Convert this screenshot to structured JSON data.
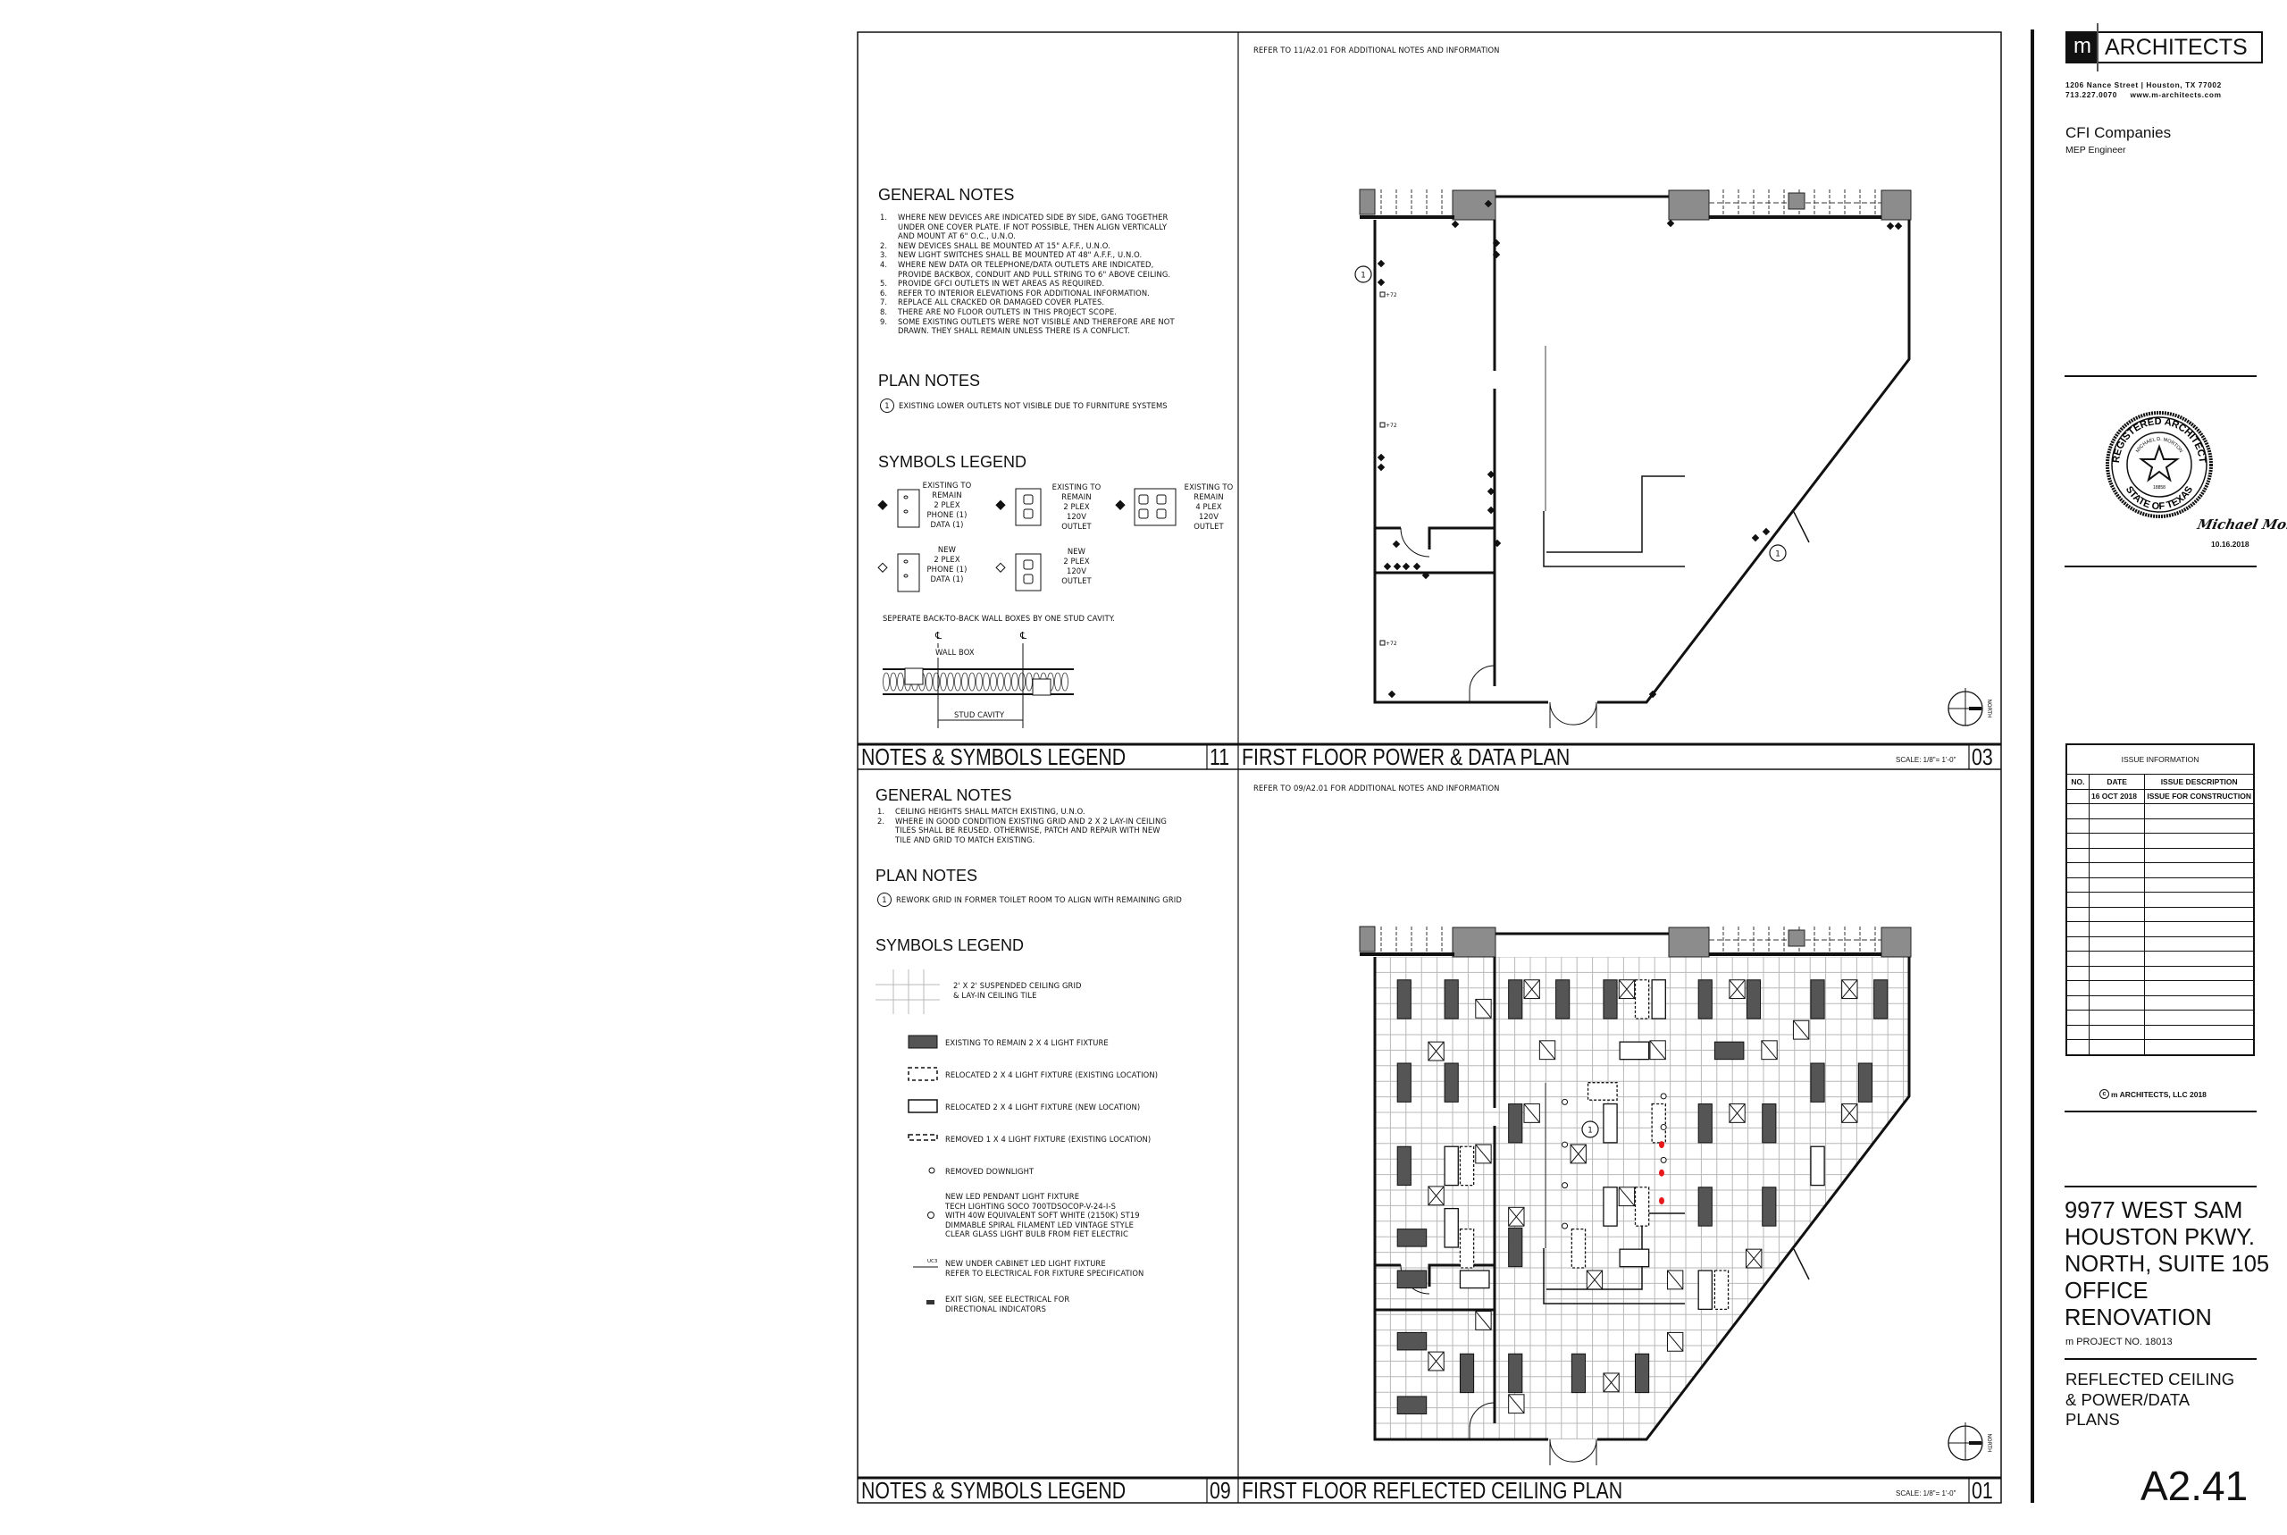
{
  "sheet": {
    "number": "A2.41",
    "firm": {
      "logo_mark": "m",
      "name": "ARCHITECTS",
      "address": "1206 Nance Street | Houston, TX 77002",
      "contact": "713.227.0070     www.m-architects.com"
    },
    "consultant": {
      "name": "CFI Companies",
      "role": "MEP Engineer"
    },
    "stamp": {
      "ring_text": "REGISTERED ARCHITECT",
      "bottom_text": "STATE OF TEXAS",
      "name": "MICHAEL D. MORTON",
      "license": "18858",
      "signature": "Michael Morton",
      "date": "10.16.2018"
    },
    "issue_info": {
      "title": "ISSUE INFORMATION",
      "columns": [
        "NO.",
        "DATE",
        "ISSUE DESCRIPTION"
      ],
      "rows": [
        [
          "",
          "16 OCT 2018",
          "ISSUE FOR CONSTRUCTION"
        ]
      ],
      "empty_rows": 17,
      "copyright": "m ARCHITECTS, LLC  2018"
    },
    "project": {
      "lines": [
        "9977 WEST SAM",
        "HOUSTON PKWY.",
        "NORTH, SUITE 105",
        "OFFICE",
        "RENOVATION"
      ],
      "project_no": "m PROJECT NO. 18013"
    },
    "sheet_title": [
      "REFLECTED CEILING",
      "& POWER/DATA",
      "PLANS"
    ]
  },
  "power_notes": {
    "general_heading": "GENERAL NOTES",
    "general": [
      [
        "1.",
        "WHERE NEW DEVICES ARE INDICATED SIDE BY SIDE, GANG TOGETHER"
      ],
      [
        "",
        "UNDER ONE COVER PLATE.  IF NOT POSSIBLE, THEN ALIGN VERTICALLY"
      ],
      [
        "",
        "AND MOUNT AT 6\" O.C., U.N.O."
      ],
      [
        "2.",
        "NEW DEVICES SHALL BE MOUNTED AT 15\" A.F.F., U.N.O."
      ],
      [
        "3.",
        "NEW LIGHT SWITCHES SHALL BE MOUNTED AT 48\" A.F.F., U.N.O."
      ],
      [
        "4.",
        "WHERE NEW DATA OR TELEPHONE/DATA OUTLETS ARE INDICATED,"
      ],
      [
        "",
        "PROVIDE BACKBOX, CONDUIT AND PULL STRING TO 6\" ABOVE CEILING."
      ],
      [
        "5.",
        "PROVIDE GFCI OUTLETS IN WET AREAS AS REQUIRED."
      ],
      [
        "6.",
        "REFER TO INTERIOR ELEVATIONS FOR ADDITIONAL INFORMATION."
      ],
      [
        "7.",
        "REPLACE ALL CRACKED OR DAMAGED COVER PLATES."
      ],
      [
        "8.",
        "THERE ARE NO FLOOR OUTLETS IN THIS PROJECT SCOPE."
      ],
      [
        "9.",
        "SOME EXISTING OUTLETS WERE NOT VISIBLE AND THEREFORE ARE NOT"
      ],
      [
        "",
        "DRAWN.  THEY SHALL REMAIN UNLESS THERE IS A CONFLICT."
      ]
    ],
    "plan_heading": "PLAN NOTES",
    "plan_note_tag": "1",
    "plan_note": "EXISTING LOWER OUTLETS NOT VISIBLE DUE TO FURNITURE SYSTEMS",
    "symbols_heading": "SYMBOLS LEGEND",
    "symbols": [
      [
        "EXISTING TO",
        "REMAIN",
        "2 PLEX",
        "PHONE (1)",
        "DATA (1)"
      ],
      [
        "EXISTING TO",
        "REMAIN",
        "2 PLEX",
        "120V",
        "OUTLET"
      ],
      [
        "EXISTING TO",
        "REMAIN",
        "4 PLEX",
        "120V",
        "OUTLET"
      ],
      [
        "NEW",
        "2 PLEX",
        "PHONE (1)",
        "DATA (1)"
      ],
      [
        "NEW",
        "2 PLEX",
        "120V",
        "OUTLET"
      ]
    ],
    "stud_note": "SEPERATE BACK-TO-BACK WALL BOXES BY ONE STUD CAVITY.",
    "wall_box": "WALL BOX",
    "stud_cavity": "STUD CAVITY",
    "centerline": "℄"
  },
  "ceiling_notes": {
    "general_heading": "GENERAL NOTES",
    "general": [
      [
        "1.",
        "CEILING HEIGHTS SHALL MATCH EXISTING, U.N.O."
      ],
      [
        "2.",
        "WHERE IN GOOD CONDITION EXISTING GRID AND 2 X 2 LAY-IN CEILING"
      ],
      [
        "",
        "TILES SHALL BE REUSED. OTHERWISE, PATCH AND REPAIR WITH NEW"
      ],
      [
        "",
        "TILE AND GRID TO MATCH EXISTING."
      ]
    ],
    "plan_heading": "PLAN NOTES",
    "plan_note_tag": "1",
    "plan_note": "REWORK GRID IN FORMER TOILET ROOM TO ALIGN WITH REMAINING GRID",
    "symbols_heading": "SYMBOLS LEGEND",
    "symbols": [
      {
        "icon": "ceiling-grid",
        "lines": [
          "2' X 2' SUSPENDED CEILING GRID",
          "& LAY-IN CEILING TILE"
        ]
      },
      {
        "icon": "hatched-fixture",
        "lines": [
          "EXISTING TO REMAIN 2 X 4 LIGHT FIXTURE"
        ]
      },
      {
        "icon": "dashed-fixture",
        "lines": [
          "RELOCATED 2 X 4 LIGHT FIXTURE (EXISTING LOCATION)"
        ]
      },
      {
        "icon": "solid-fixture",
        "lines": [
          "RELOCATED 2 X 4 LIGHT FIXTURE (NEW LOCATION)"
        ]
      },
      {
        "icon": "removed-fixture",
        "lines": [
          "REMOVED 1 X 4 LIGHT FIXTURE (EXISTING LOCATION)"
        ]
      },
      {
        "icon": "downlight",
        "lines": [
          "REMOVED DOWNLIGHT"
        ]
      },
      {
        "icon": "pendant",
        "lines": [
          "NEW LED PENDANT LIGHT FIXTURE",
          "TECH LIGHTING SOCO 700TDSOCOP-V-24-I-S",
          "WITH 40W EQUIVALENT SOFT WHITE (2150K) ST19",
          "DIMMABLE SPIRAL FILAMENT LED VINTAGE STYLE",
          "CLEAR GLASS LIGHT BULB FROM FIET ELECTRIC"
        ]
      },
      {
        "icon": "under-cabinet",
        "lines": [
          "NEW UNDER CABINET LED LIGHT FIXTURE",
          "REFER TO ELECTRICAL FOR FIXTURE SPECIFICATION"
        ]
      },
      {
        "icon": "exit-sign",
        "lines": [
          "EXIT SIGN, SEE ELECTRICAL FOR",
          "DIRECTIONAL INDICATORS"
        ]
      }
    ],
    "uc_tag": "UC3"
  },
  "drawings": [
    {
      "id": "03",
      "title": "FIRST FLOOR POWER & DATA PLAN",
      "scale": "SCALE: 1/8\"= 1'-0\"",
      "refer": "REFER TO 11/A2.01 FOR ADDITIONAL NOTES AND INFORMATION",
      "tags": [
        "1",
        "1"
      ],
      "heights": [
        "+72",
        "+72",
        "+72"
      ],
      "north": "NORTH"
    },
    {
      "id": "01",
      "title": "FIRST FLOOR REFLECTED CEILING PLAN",
      "scale": "SCALE: 1/8\"= 1'-0\"",
      "refer": "REFER TO 09/A2.01 FOR ADDITIONAL NOTES AND INFORMATION",
      "tags": [
        "1"
      ],
      "north": "NORTH"
    }
  ],
  "legend_titles": [
    {
      "id": "11",
      "title": "NOTES & SYMBOLS LEGEND"
    },
    {
      "id": "09",
      "title": "NOTES & SYMBOLS LEGEND"
    }
  ],
  "colors": {
    "ink": "#111111",
    "poche": "#8c8c8c",
    "grid": "#b8b8b8",
    "highlight": "#e8191a"
  }
}
